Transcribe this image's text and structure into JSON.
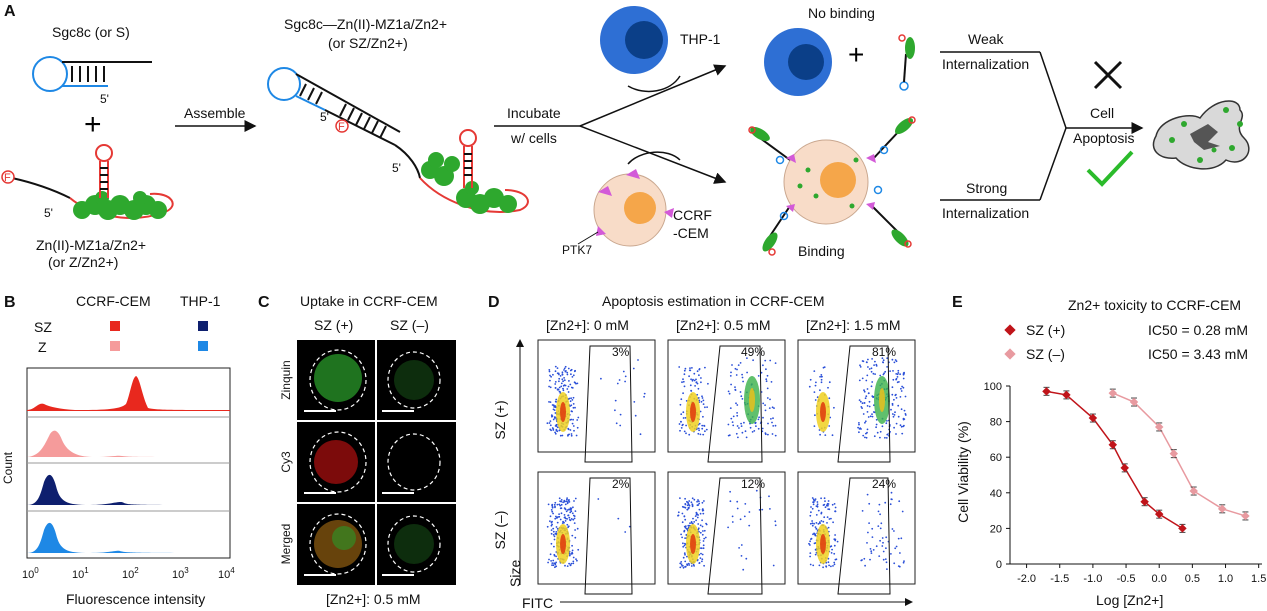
{
  "panel_a": {
    "letter": "A",
    "aptamer_label": "Sgc8c (or S)",
    "five_prime": "5'",
    "plus": "+",
    "protein_label": "Zn(II)-MZ1a/Zn2+",
    "protein_label_alt": "(or Z/Zn2+)",
    "fluor": "F",
    "assemble": "Assemble",
    "complex_label": "Sgc8c—Zn(II)-MZ1a/Zn2+",
    "complex_label_alt": "(or SZ/Zn2+)",
    "incubate": "Incubate",
    "with_cells": "w/ cells",
    "thp1": "THP-1",
    "ccrf_line1": "CCRF",
    "ccrf_line2": "-CEM",
    "ptk7": "PTK7",
    "no_binding": "No binding",
    "binding": "Binding",
    "weak": "Weak",
    "strong": "Strong",
    "internalization": "Internalization",
    "cell": "Cell",
    "apoptosis": "Apoptosis",
    "colors": {
      "blue_dna": "#1e88e5",
      "red_strand": "#e53935",
      "green": "#2ea82e",
      "thp1_outer": "#2e6fd4",
      "thp1_inner": "#0b3f88",
      "ccrf_outer": "#f8dcc8",
      "ccrf_inner": "#f5a64a",
      "ptk7": "#d35ad8"
    }
  },
  "panel_b": {
    "letter": "B",
    "col1": "CCRF-CEM",
    "col2": "THP-1",
    "row1": "SZ",
    "row2": "Z",
    "ylabel": "Count",
    "xlabel": "Fluorescence intensity",
    "ticks": [
      "10^0",
      "10^1",
      "10^2",
      "10^3",
      "10^4"
    ],
    "colors": {
      "sz_ccrf": "#e8281e",
      "z_ccrf": "#f59b9b",
      "sz_thp": "#0e1f6e",
      "z_thp": "#1e88e5"
    }
  },
  "panel_c": {
    "letter": "C",
    "title": "Uptake in CCRF-CEM",
    "col1": "SZ (+)",
    "col2": "SZ (–)",
    "rows": [
      "Zinquin",
      "Cy3",
      "Merged"
    ],
    "footer": "[Zn2+]: 0.5 mM"
  },
  "panel_d": {
    "letter": "D",
    "title": "Apoptosis estimation in CCRF-CEM",
    "cols": [
      "[Zn2+]: 0 mM",
      "[Zn2+]: 0.5 mM",
      "[Zn2+]: 1.5 mM"
    ],
    "row1": "SZ (+)",
    "row2": "SZ (–)",
    "ylabel": "Size",
    "xlabel": "FITC",
    "pct_row1": [
      "3%",
      "49%",
      "81%"
    ],
    "pct_row2": [
      "2%",
      "12%",
      "24%"
    ]
  },
  "panel_e": {
    "letter": "E",
    "title": "Zn2+ toxicity to CCRF-CEM",
    "legend1": "SZ (+)",
    "legend2": "SZ (–)",
    "ic1": "IC50 = 0.28 mM",
    "ic2": "IC50 = 3.43 mM",
    "ylabel": "Cell Viability (%)",
    "xlabel": "Log [Zn2+]",
    "colors": {
      "sz_plus": "#c0141a",
      "sz_minus": "#e89aa0"
    }
  },
  "chart_data": {
    "type": "scatter",
    "title": "Zn2+ toxicity to CCRF-CEM",
    "xlabel": "Log [Zn2+]",
    "ylabel": "Cell Viability (%)",
    "xlim": [
      -2.25,
      1.55
    ],
    "ylim": [
      0,
      100
    ],
    "x_ticks": [
      -2.0,
      -1.5,
      -1.0,
      -0.5,
      0.0,
      0.5,
      1.0,
      1.5
    ],
    "y_ticks": [
      0,
      20,
      40,
      60,
      80,
      100
    ],
    "series": [
      {
        "name": "SZ (+)",
        "x": [
          -1.7,
          -1.4,
          -1.0,
          -0.7,
          -0.52,
          -0.22,
          0.0,
          0.35
        ],
        "y": [
          97,
          95,
          82,
          67,
          54,
          35,
          28,
          20
        ]
      },
      {
        "name": "SZ (–)",
        "x": [
          -0.7,
          -0.38,
          0.0,
          0.22,
          0.52,
          0.95,
          1.3
        ],
        "y": [
          96,
          91,
          77,
          62,
          41,
          31,
          27
        ]
      }
    ]
  }
}
